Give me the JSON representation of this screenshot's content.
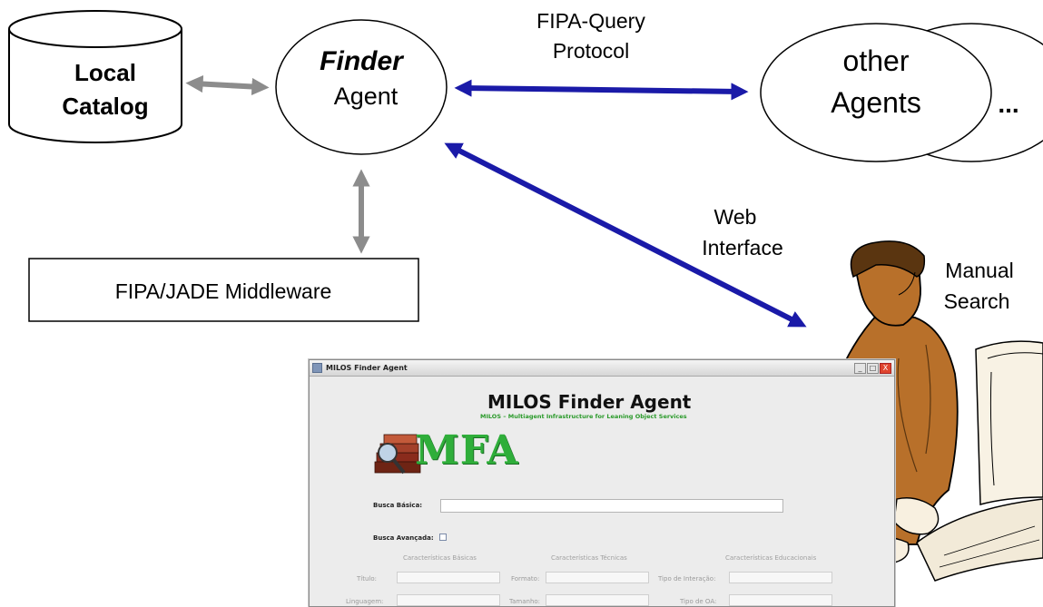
{
  "diagram": {
    "local_catalog": [
      "Local",
      "Catalog"
    ],
    "finder_agent": {
      "italic": "Finder",
      "line2": "Agent"
    },
    "other_agents": [
      "other",
      "Agents"
    ],
    "ellipsis": "...",
    "protocol_label": [
      "FIPA-Query",
      "Protocol"
    ],
    "web_label": [
      "Web",
      "Interface"
    ],
    "middleware": "FIPA/JADE Middleware",
    "manual_search": [
      "Manual",
      "Search"
    ],
    "colors": {
      "arrow_blue": "#1a1aa8",
      "arrow_gray": "#8c8c8c"
    }
  },
  "window": {
    "title": "MILOS Finder Agent",
    "controls": [
      "_",
      "□",
      "X"
    ],
    "heading": "MILOS Finder Agent",
    "subtitle": "MILOS – Multiagent Infrastructure for Leaning Object Services",
    "logo_text": "MFA",
    "basic_search_label": "Busca Básica:",
    "advanced_search_label": "Busca Avançada:",
    "col_headers": [
      "Características Básicas",
      "Características Técnicas",
      "Características Educacionais"
    ],
    "fields": {
      "titulo": "Título:",
      "formato": "Formato:",
      "tipo_interacao": "Tipo de Interação:",
      "linguagem": "Linguagem:",
      "tamanho": "Tamanho:",
      "tipo_oa": "Tipo de OA:"
    }
  }
}
